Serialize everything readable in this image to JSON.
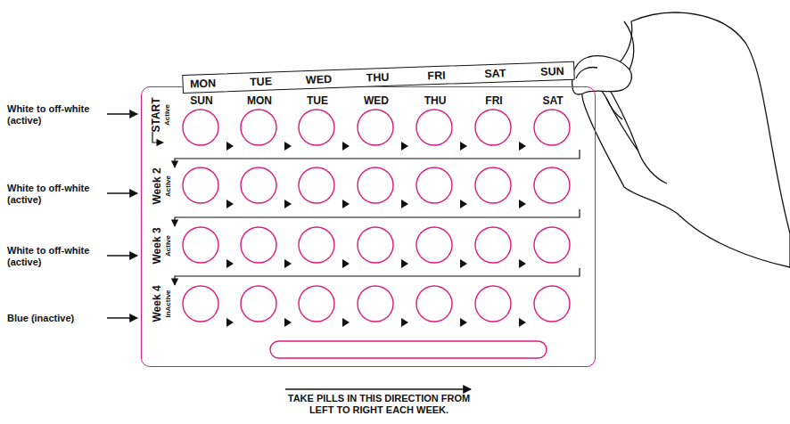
{
  "diagram": {
    "nodes": [
      {
        "text": [
          "START",
          "Active",
          "Week 2",
          "Active",
          "Week 3",
          "Active",
          "Week 4",
          "InActive",
          "SUN",
          "MON",
          "TUE",
          "WED",
          "THU",
          "FRI",
          "SAT"
        ]
      },
      {
        "text": [
          "MON",
          "TUE",
          "WED",
          "THU",
          "FRI",
          "SAT",
          "SUN"
        ]
      }
    ],
    "labels": [
      "White to off-white (active)",
      "White to off-white (active)",
      "White to off-white (active)",
      "Blue (inactive)",
      "TAKE PILLS IN THIS DIRECTION FROM LEFT TO RIGHT EACH WEEK."
    ]
  }
}
